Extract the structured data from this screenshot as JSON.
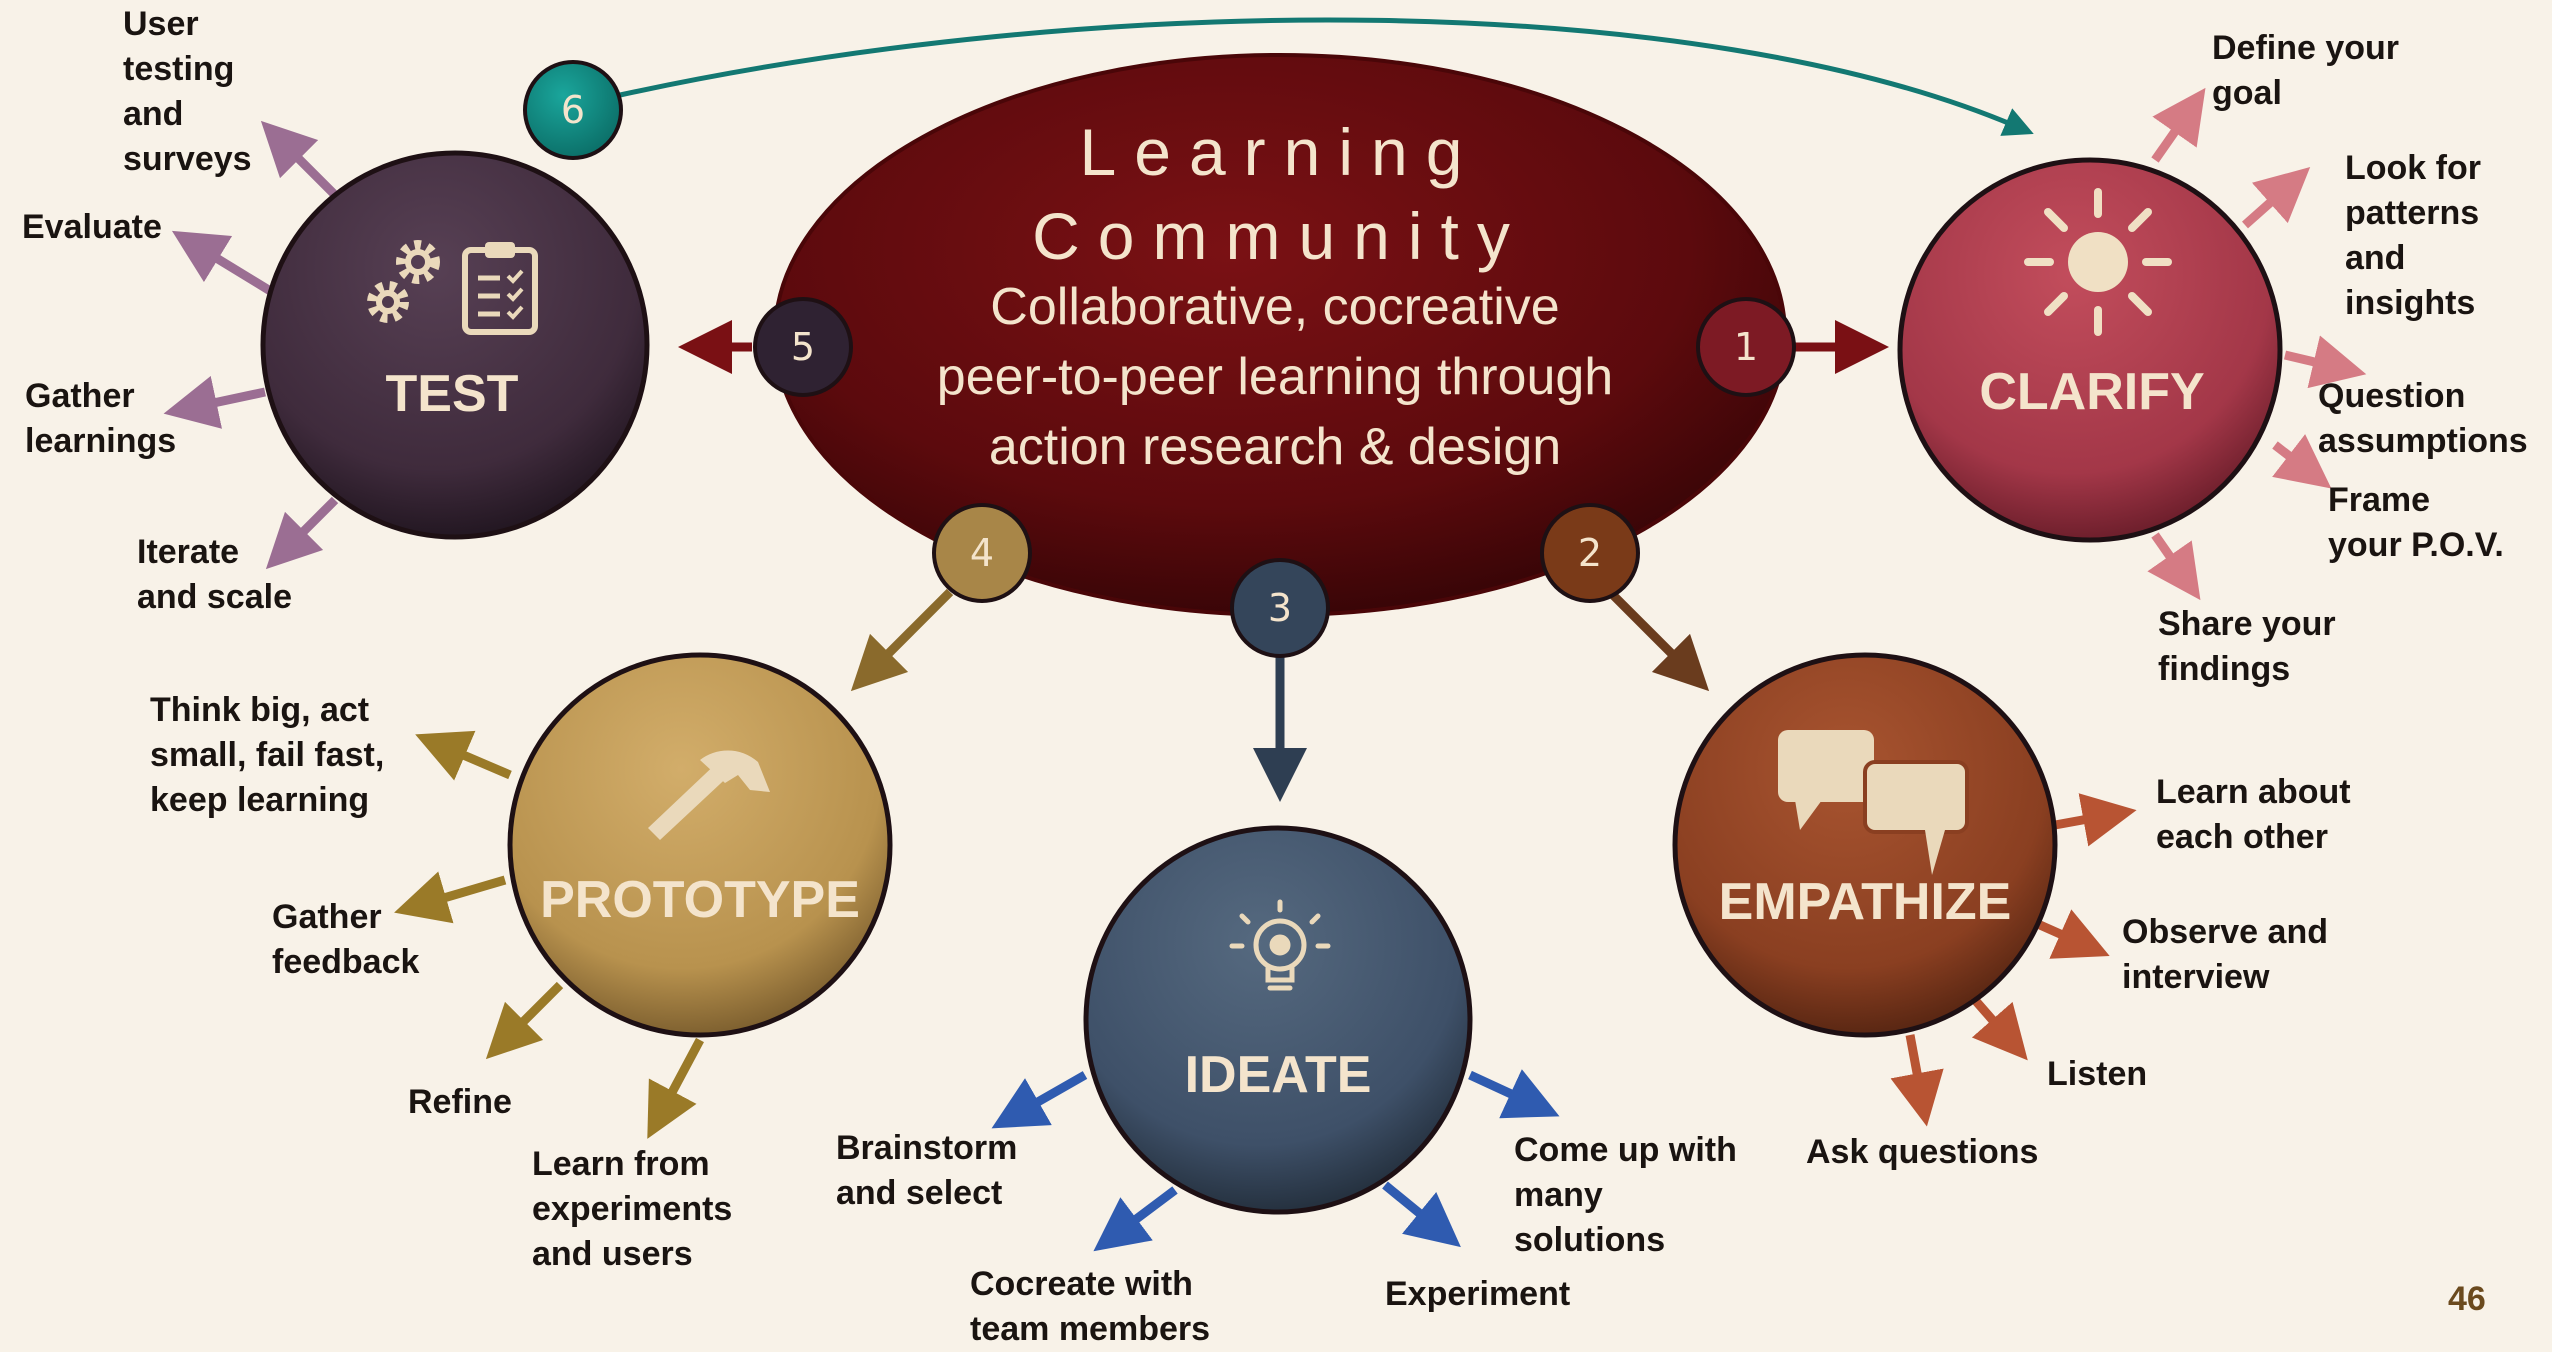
{
  "center": {
    "title": "Learning\nCommunity",
    "subtitle": "Collaborative, cocreative peer-to-peer learning through action research & design"
  },
  "steps": {
    "clarify": {
      "number": "1",
      "title": "CLARIFY",
      "color": "#a63a4a",
      "icon": "sun-icon",
      "items": [
        "Define your\ngoal",
        "Look for\npatterns\nand\ninsights",
        "Question\nassumptions",
        "Frame\nyour P.O.V.",
        "Share  your\nfindings"
      ]
    },
    "empathize": {
      "number": "2",
      "title": "EMPATHIZE",
      "color": "#8e4424",
      "icon": "speech-bubbles-icon",
      "items": [
        "Learn about\neach other",
        "Observe and\ninterview",
        "Listen",
        "Ask questions"
      ]
    },
    "ideate": {
      "number": "3",
      "title": "IDEATE",
      "color": "#3e5068",
      "icon": "lightbulb-icon",
      "items": [
        "Come up with\nmany\nsolutions",
        "Experiment",
        "Cocreate with\nteam members",
        "Brainstorm\nand select"
      ]
    },
    "prototype": {
      "number": "4",
      "title": "PROTOTYPE",
      "color": "#b8924e",
      "icon": "hammer-icon",
      "items": [
        "Think big, act\nsmall, fail fast,\nkeep learning",
        "Gather\nfeedback",
        "Refine",
        "Learn from\nexperiments\nand users"
      ]
    },
    "test": {
      "number": "5",
      "title": "TEST",
      "color": "#3f2b3c",
      "icon": "gears-checklist-icon",
      "items": [
        "User\ntesting\nand\nsurveys",
        "Evaluate",
        "Gather\nlearnings",
        "Iterate\nand scale"
      ]
    },
    "loop": {
      "number": "6",
      "color": "#0f8a82"
    }
  },
  "colors": {
    "background": "#f8f2e8",
    "center_fill": "#6a0d10",
    "text_light": "#f4e4cc",
    "text_dark": "#1a1411",
    "loop_arrow": "#137872"
  },
  "page_number": "46"
}
